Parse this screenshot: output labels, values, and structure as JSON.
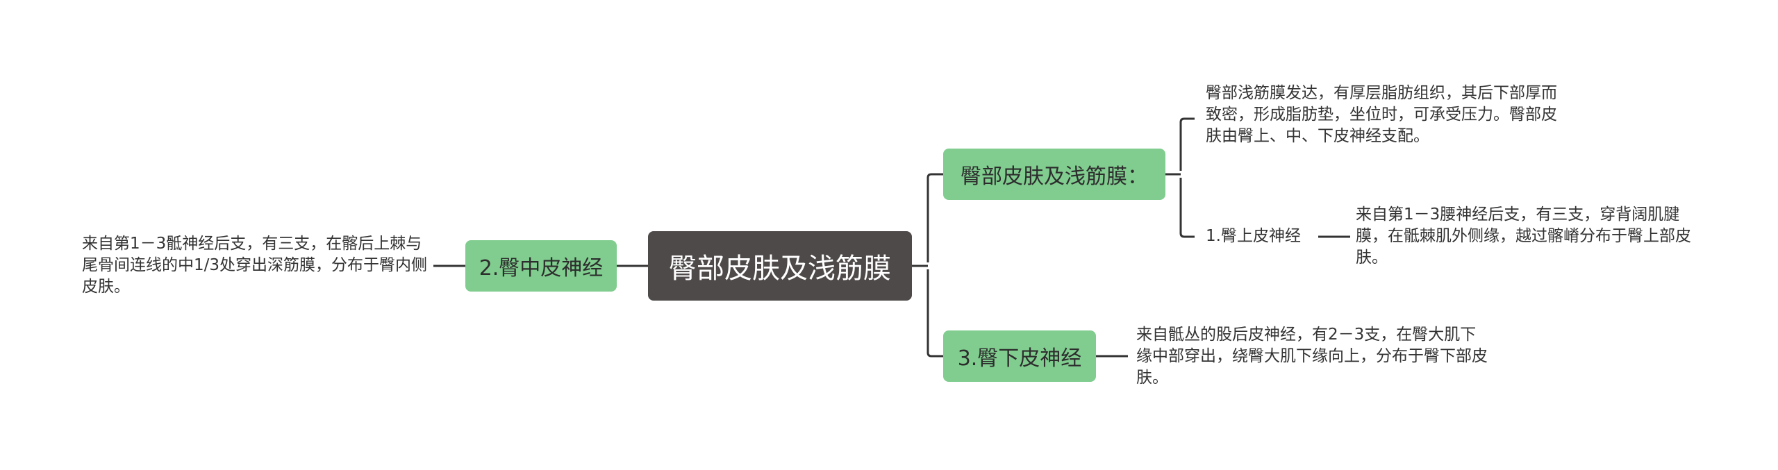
{
  "root": {
    "label": "臀部皮肤及浅筋膜"
  },
  "branches": {
    "skin": {
      "label": "臀部皮肤及浅筋膜：",
      "description": "臀部浅筋膜发达，有厚层脂肪组织，其后下部厚而致密，形成脂肪垫，坐位时，可承受压力。臀部皮肤由臀上、中、下皮神经支配。",
      "sub": {
        "label": "1.臀上皮神经",
        "description": "来自第1－3腰神经后支，有三支，穿背阔肌腱膜，在骶棘肌外侧缘，越过髂嵴分布于臀上部皮肤。"
      }
    },
    "middle": {
      "label": "2.臀中皮神经",
      "description": "来自第1－3骶神经后支，有三支，在髂后上棘与尾骨间连线的中1/3处穿出深筋膜，分布于臀内侧皮肤。"
    },
    "lower": {
      "label": "3.臀下皮神经",
      "description": "来自骶丛的股后皮神经，有2－3支，在臀大肌下缘中部穿出，绕臀大肌下缘向上，分布于臀下部皮肤。"
    }
  },
  "colors": {
    "root": "#4f4a4a",
    "branch": "#80cd8f",
    "line": "#333333"
  }
}
